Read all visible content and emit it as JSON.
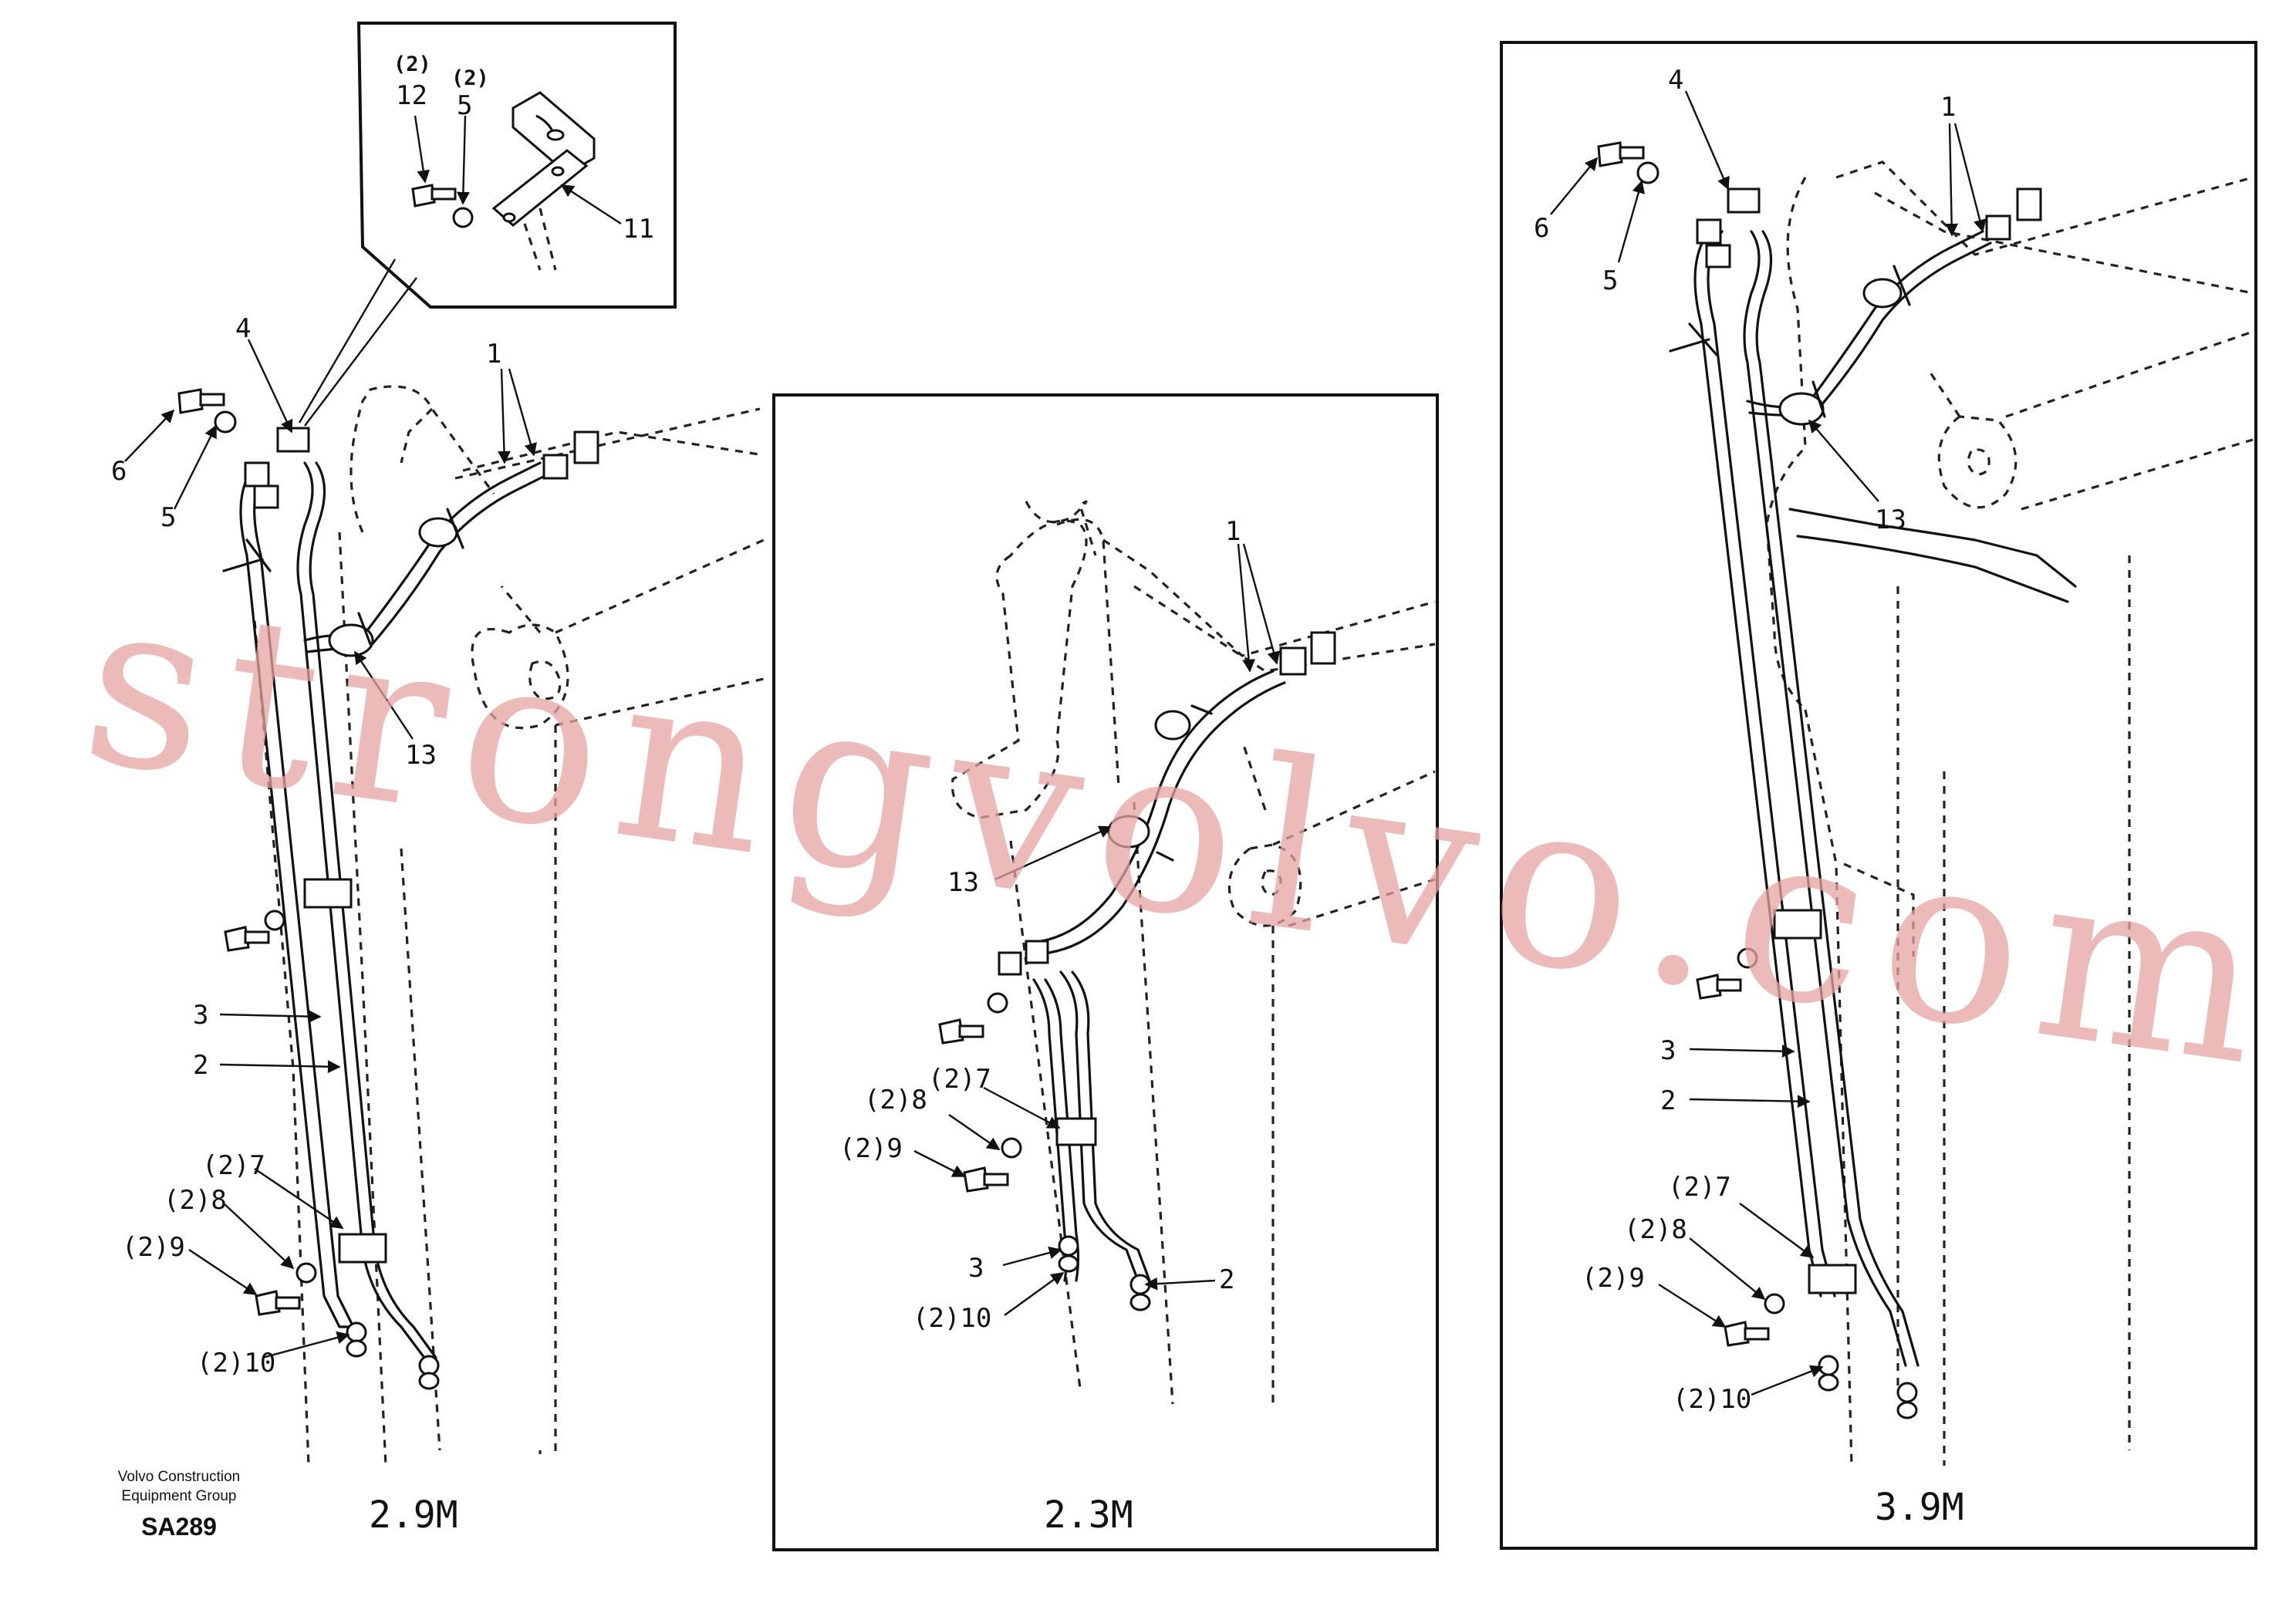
{
  "company": {
    "line1": "Volvo Construction",
    "line2": "Equipment Group",
    "drawing_code": "SA289"
  },
  "views": [
    {
      "id": "left",
      "caption": "2.9M"
    },
    {
      "id": "middle",
      "caption": "2.3M"
    },
    {
      "id": "right",
      "caption": "3.9M"
    }
  ],
  "qty_marker": "(2)",
  "labels": {
    "p1": "1",
    "p2": "2",
    "p3": "3",
    "p4": "4",
    "p5": "5",
    "p6": "6",
    "p11": "11",
    "p12": "12",
    "p13": "13",
    "p7q": "(2)7",
    "p8q": "(2)8",
    "p9q": "(2)9",
    "p10q": "(2)10"
  },
  "watermark": "strongvolvo.com",
  "colors": {
    "ink": "#111111",
    "watermark": "#e7a3a3",
    "paper": "#ffffff"
  }
}
